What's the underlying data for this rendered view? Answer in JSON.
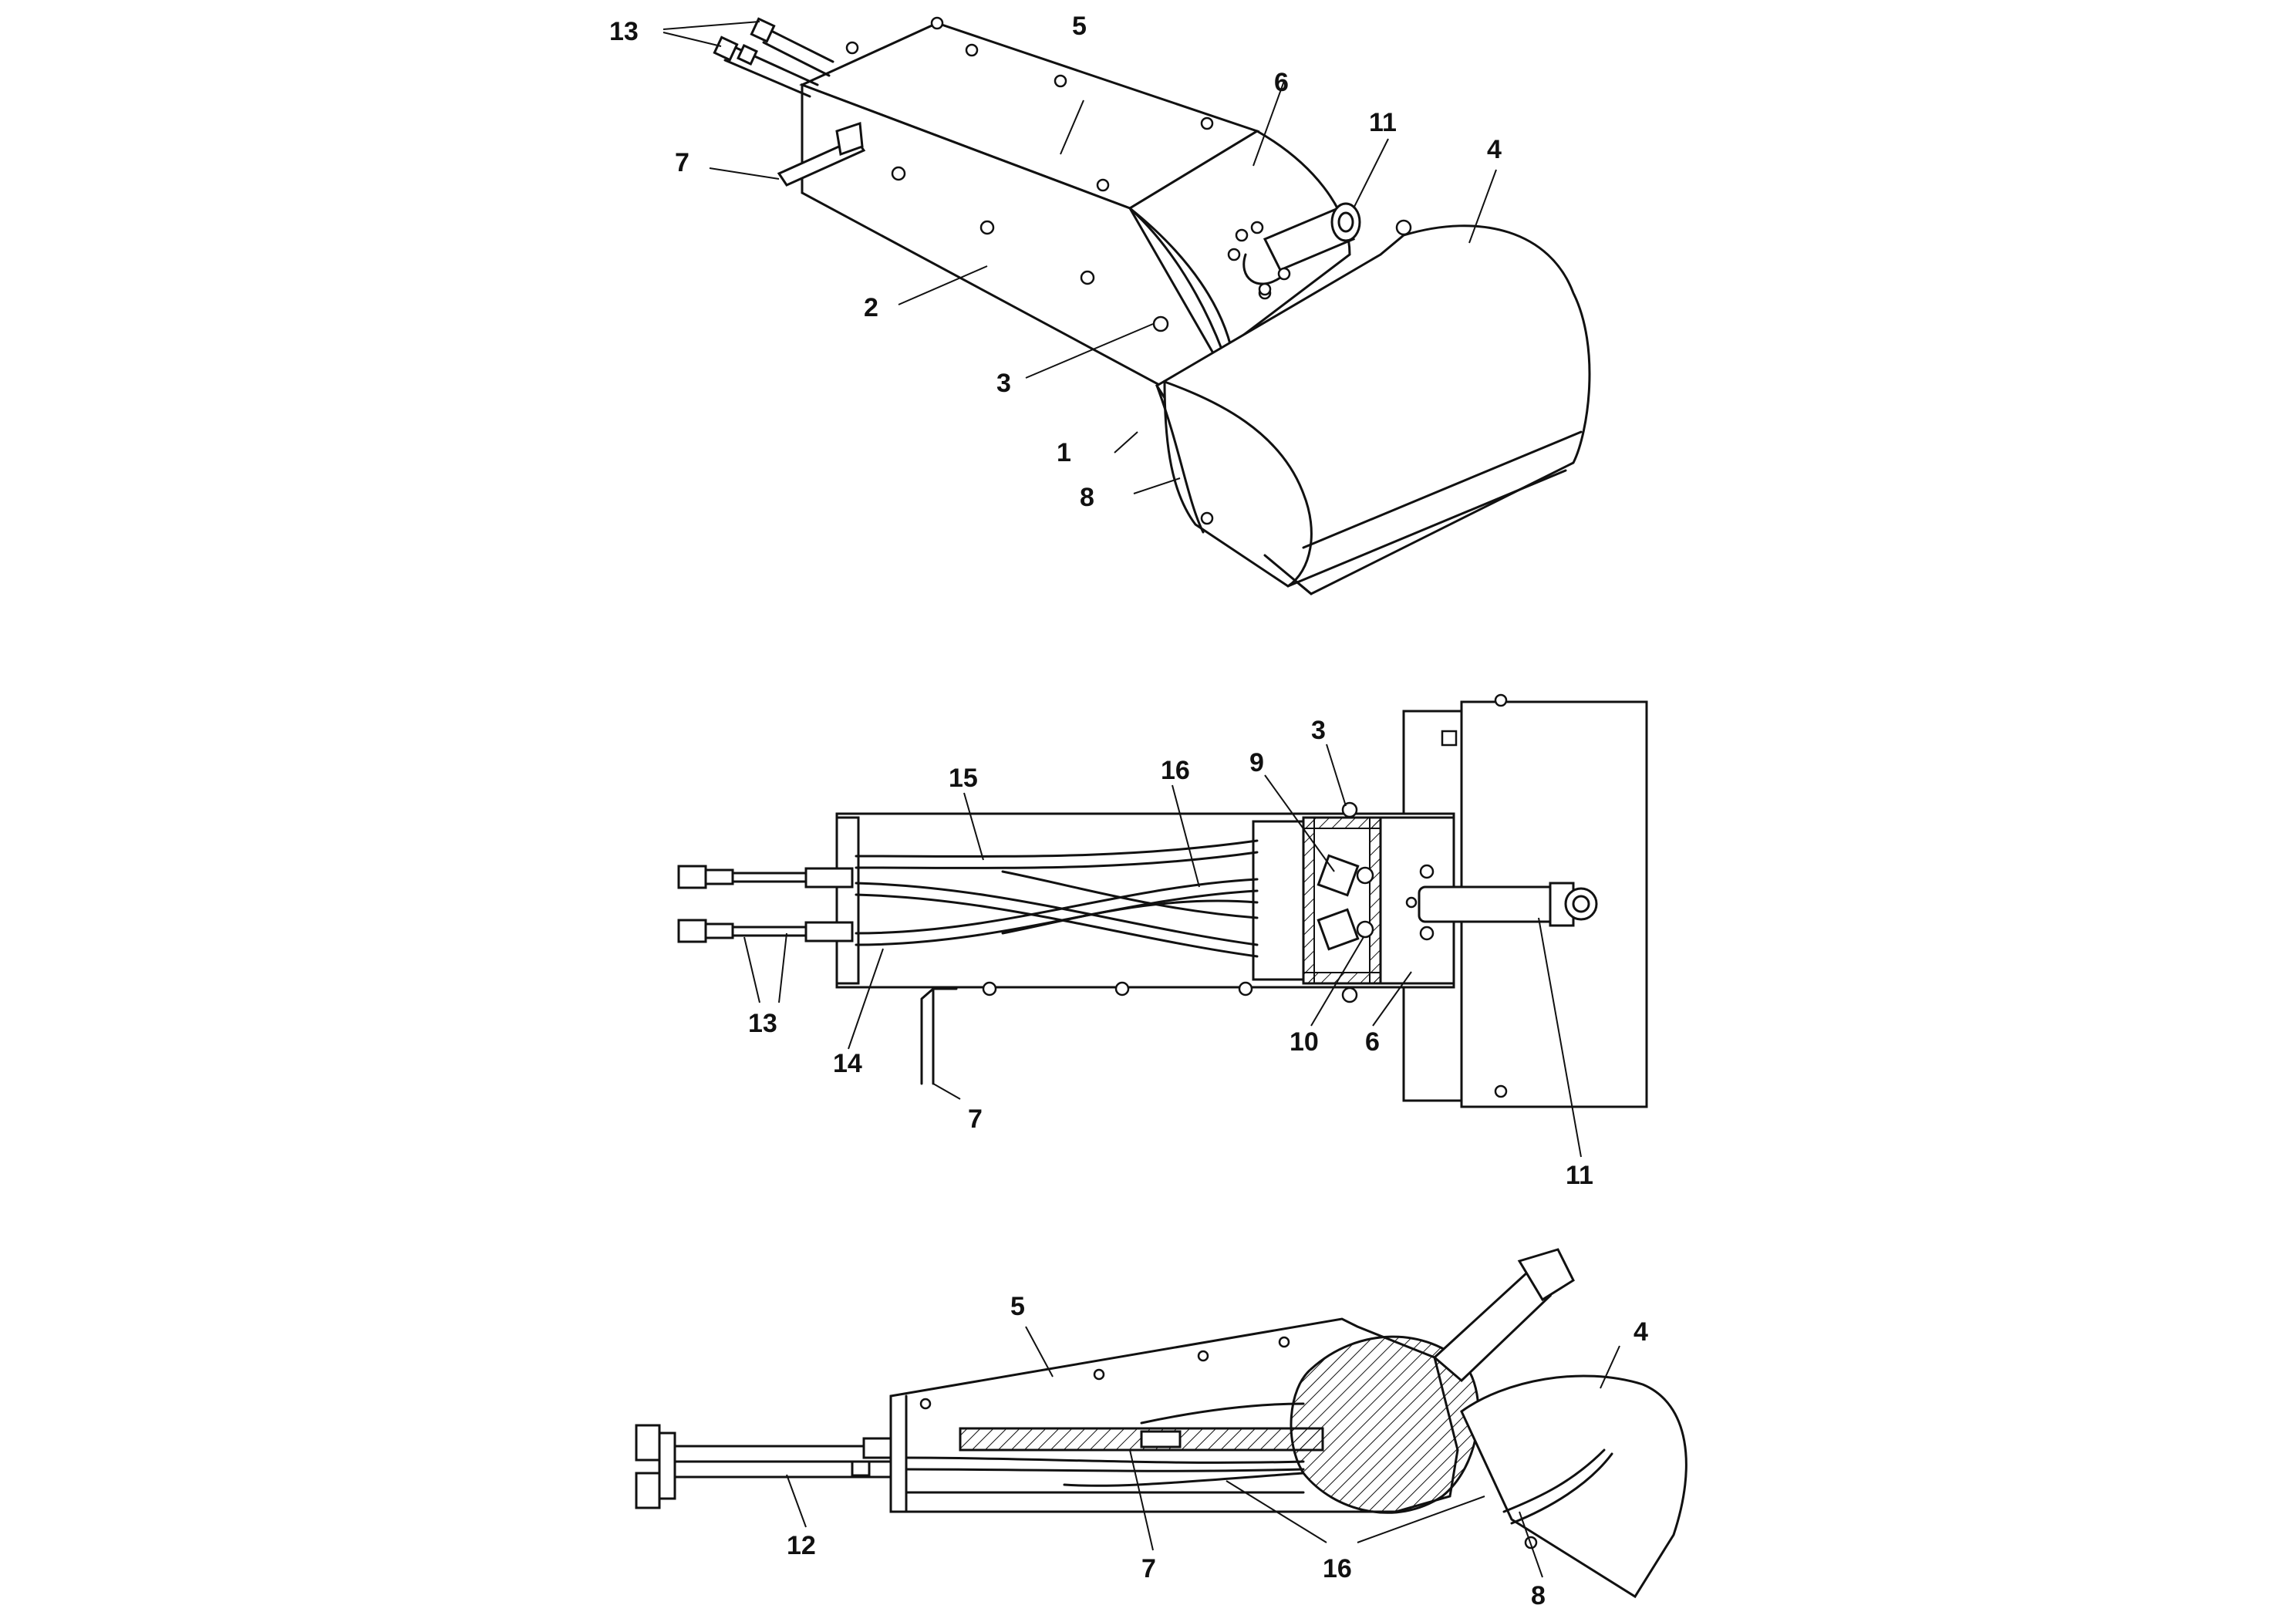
{
  "callouts": {
    "iso": [
      "13",
      "5",
      "6",
      "11",
      "4",
      "7",
      "2",
      "3",
      "1",
      "8"
    ],
    "plan": [
      "15",
      "16",
      "9",
      "3",
      "13",
      "14",
      "7",
      "10",
      "6",
      "11"
    ],
    "side": [
      "5",
      "4",
      "12",
      "7",
      "16",
      "8"
    ]
  }
}
